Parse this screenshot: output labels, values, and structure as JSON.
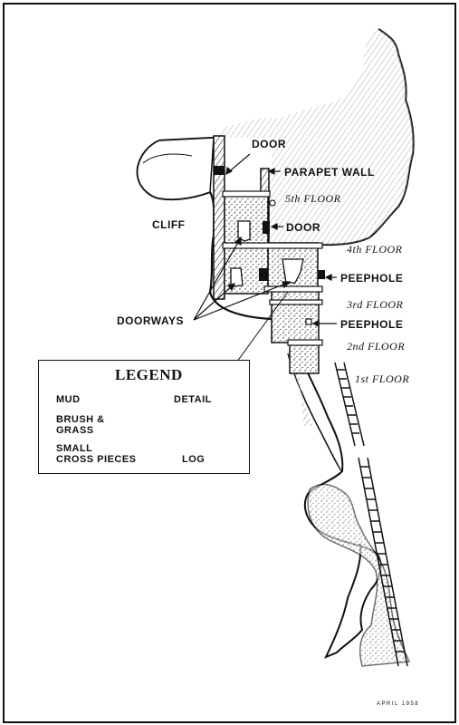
{
  "labels": {
    "door_top": "DOOR",
    "parapet_wall": "PARAPET WALL",
    "cliff": "CLIFF",
    "door_mid": "DOOR",
    "peephole_upper": "PEEPHOLE",
    "peephole_lower": "PEEPHOLE",
    "doorways": "DOORWAYS"
  },
  "floors": {
    "fifth": "5th FLOOR",
    "fourth": "4th FLOOR",
    "third": "3rd FLOOR",
    "second": "2nd FLOOR",
    "first": "1st FLOOR"
  },
  "legend": {
    "title": "LEGEND",
    "mud": "MUD",
    "detail": "DETAIL",
    "brush_grass_1": "BRUSH &",
    "brush_grass_2": "GRASS",
    "small_cross_1": "SMALL",
    "small_cross_2": "CROSS PIECES",
    "log": "LOG"
  },
  "date": "APRIL 1958"
}
